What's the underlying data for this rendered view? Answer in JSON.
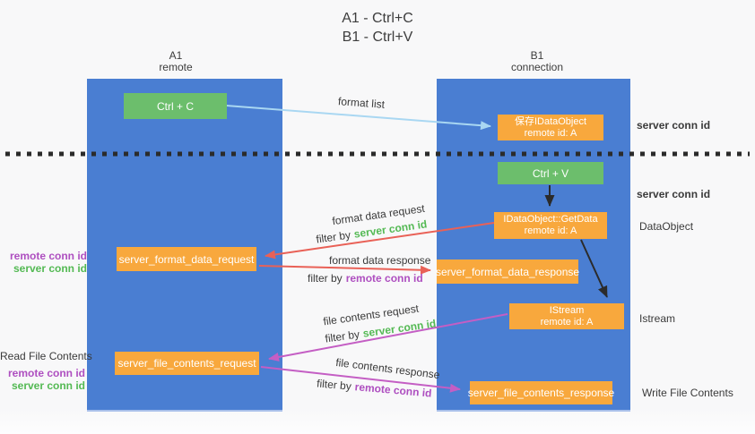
{
  "title": {
    "line1": "A1 - Ctrl+C",
    "line2": "B1 - Ctrl+V"
  },
  "lanes": {
    "a": {
      "name": "A1",
      "subtitle": "remote"
    },
    "b": {
      "name": "B1",
      "subtitle": "connection"
    }
  },
  "boxes": {
    "ctrl_c": {
      "label": "Ctrl + C"
    },
    "save_dataobject": {
      "title": "保存IDataObject",
      "subtitle": "remote id: A"
    },
    "ctrl_v": {
      "label": "Ctrl + V"
    },
    "getdata": {
      "title": "IDataObject::GetData",
      "subtitle": "remote id: A"
    },
    "format_request": {
      "label": "server_format_data_request"
    },
    "format_response": {
      "label": "server_format_data_response"
    },
    "istream": {
      "title": "IStream",
      "subtitle": "remote id: A"
    },
    "file_request": {
      "label": "server_file_contents_request"
    },
    "file_response": {
      "label": "server_file_contents_response"
    }
  },
  "flow_labels": {
    "format_list": "format list",
    "format_data_request": "format data request",
    "format_data_response": "format data response",
    "file_contents_request": "file contents request",
    "file_contents_response": "file contents response",
    "filter_by": "filter by"
  },
  "keys": {
    "server_conn_id": "server conn id",
    "remote_conn_id": "remote conn id"
  },
  "side_labels": {
    "dataobject": "DataObject",
    "istream": "Istream",
    "write_file_contents": "Write File Contents",
    "read_file_contents": "Read File Contents"
  },
  "colors": {
    "lane_blue": "#4a7ed2",
    "box_green": "#6cbe6c",
    "box_orange": "#f8a83d",
    "text_green": "#53b953",
    "text_purple": "#ae4fc0",
    "text_dark": "#3a3a3a",
    "arrow_red": "#e96157",
    "arrow_magenta": "#c45ec4",
    "arrow_lightblue": "#a9d7f2",
    "arrow_black": "#2b2b2b"
  }
}
